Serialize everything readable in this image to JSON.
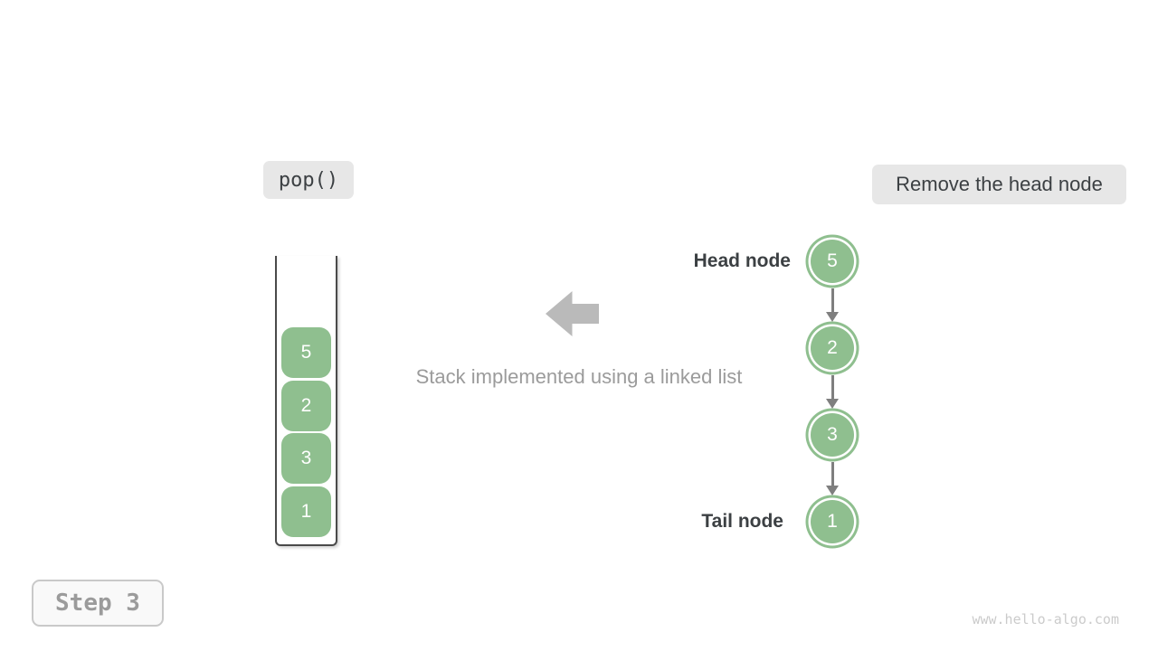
{
  "colors": {
    "green": "#8FBF8F",
    "label_bg": "#E7E7E7",
    "dark_text": "#3C4043",
    "muted_text": "#9B9B9B",
    "arrow_gray": "#BABABA",
    "connector_gray": "#7F7F7F",
    "container_border": "#4A4A4A",
    "step_bg": "#F9F9F9",
    "step_border": "#C9C9C9",
    "step_text": "#9B9B9B",
    "watermark_color": "#CBCBCB"
  },
  "operation": {
    "label": "pop()"
  },
  "action": {
    "label": "Remove the head node"
  },
  "caption": "Stack implemented using a linked list",
  "stack": {
    "items": [
      "5",
      "2",
      "3",
      "1"
    ]
  },
  "linked_list": {
    "head_label": "Head node",
    "tail_label": "Tail node",
    "nodes": [
      "5",
      "2",
      "3",
      "1"
    ]
  },
  "step": {
    "label": "Step 3"
  },
  "watermark": "www.hello-algo.com"
}
